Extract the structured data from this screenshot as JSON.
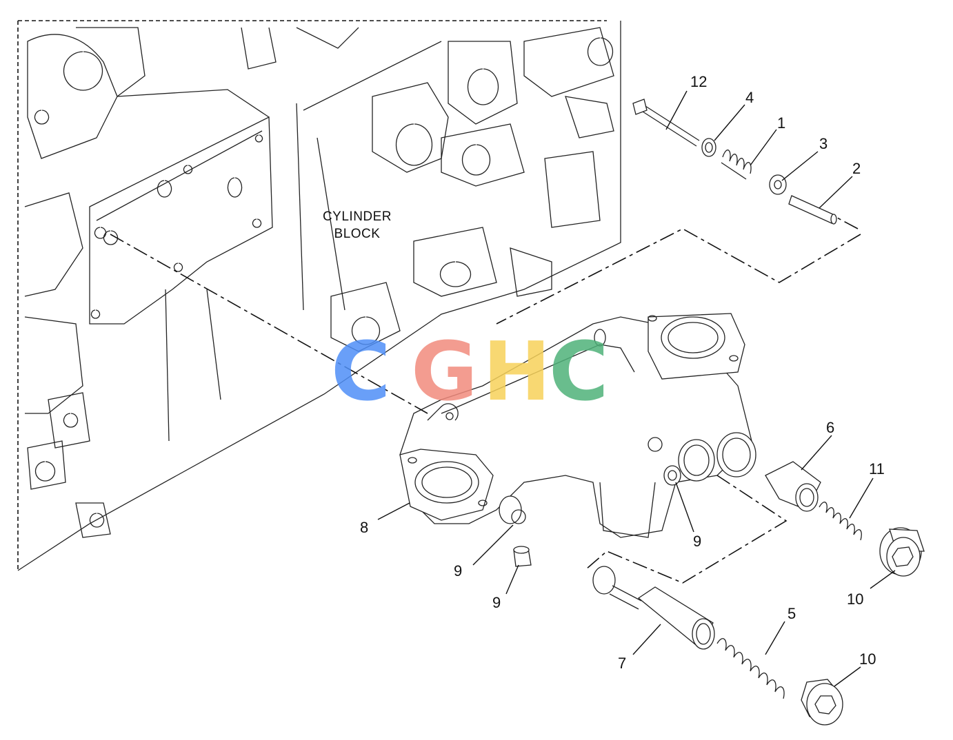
{
  "block_label": {
    "line1": "CYLINDER",
    "line2": "BLOCK"
  },
  "callouts": [
    {
      "id": "c12",
      "text": "12"
    },
    {
      "id": "c4",
      "text": "4"
    },
    {
      "id": "c1",
      "text": "1"
    },
    {
      "id": "c3",
      "text": "3"
    },
    {
      "id": "c2",
      "text": "2"
    },
    {
      "id": "c6",
      "text": "6"
    },
    {
      "id": "c11",
      "text": "11"
    },
    {
      "id": "c8",
      "text": "8"
    },
    {
      "id": "c9a",
      "text": "9"
    },
    {
      "id": "c9b",
      "text": "9"
    },
    {
      "id": "c9c",
      "text": "9"
    },
    {
      "id": "c10a",
      "text": "10"
    },
    {
      "id": "c10b",
      "text": "10"
    },
    {
      "id": "c7",
      "text": "7"
    },
    {
      "id": "c5",
      "text": "5"
    }
  ],
  "watermark": {
    "letters": [
      "C",
      "G",
      "H",
      "C"
    ],
    "colors": [
      "#4f8ff7",
      "#f28b7d",
      "#f7d25a",
      "#4fb27a"
    ]
  }
}
